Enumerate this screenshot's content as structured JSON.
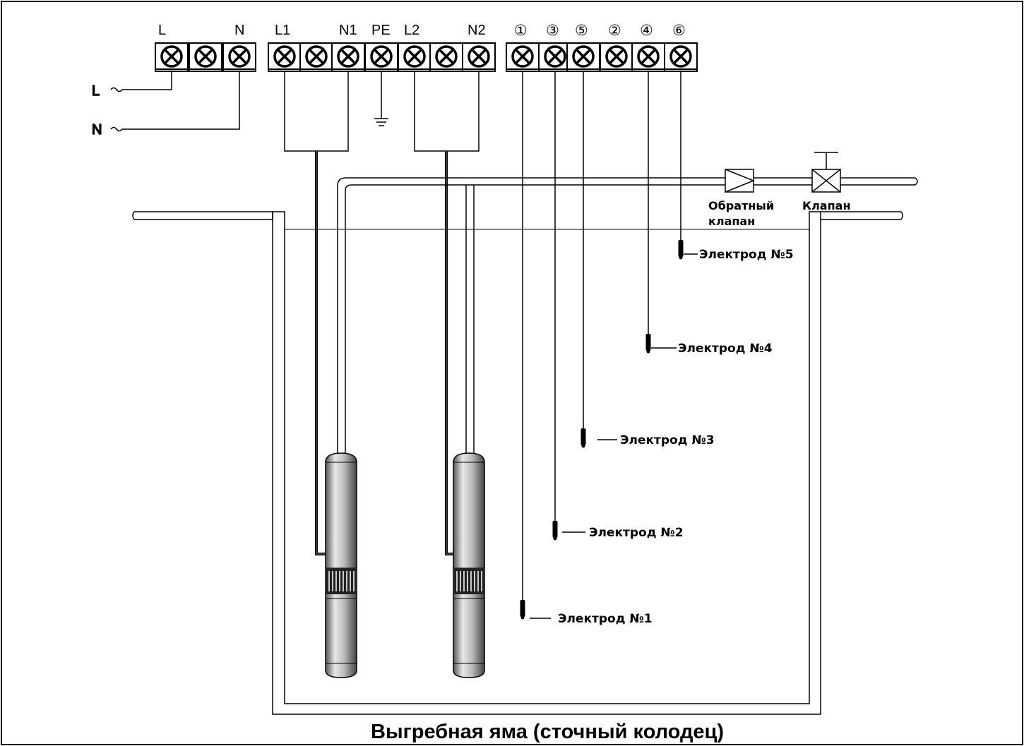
{
  "terminals": {
    "supply": [
      "L",
      "N"
    ],
    "pumps": [
      "L1",
      "N1",
      "PE",
      "L2",
      "N2"
    ],
    "electrodes": [
      "①",
      "③",
      "⑤",
      "②",
      "④",
      "⑥"
    ]
  },
  "input_wires": [
    "L",
    "N"
  ],
  "electrodes": [
    {
      "label": "Электрод №5"
    },
    {
      "label": "Электрод №4"
    },
    {
      "label": "Электрод №3"
    },
    {
      "label": "Электрод №2"
    },
    {
      "label": "Электрод №1"
    }
  ],
  "valves": {
    "check": [
      "Обратный",
      "клапан"
    ],
    "gate": "Клапан"
  },
  "title": "Выгребная яма (сточный колодец)"
}
